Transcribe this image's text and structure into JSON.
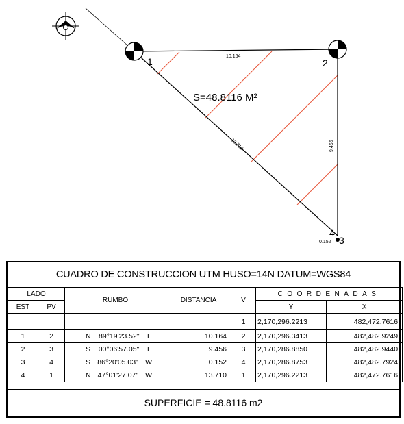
{
  "plan": {
    "area_label": "S=48.8116 M²",
    "side_1_2": "10.164",
    "side_2_3": "9.456",
    "side_4_1": "13.710",
    "side_3_4": "0.152",
    "vertices": [
      "1",
      "2",
      "3",
      "4"
    ],
    "hatch_color": "#e8563a",
    "line_color": "#000000"
  },
  "table": {
    "title": "CUADRO DE CONSTRUCCION UTM HUSO=14N  DATUM=WGS84",
    "headers": {
      "lado": "LADO",
      "est": "EST",
      "pv": "PV",
      "rumbo": "RUMBO",
      "distancia": "DISTANCIA",
      "v": "V",
      "coordenadas": "COORDENADAS",
      "y": "Y",
      "x": "X"
    },
    "first_row": {
      "v": "1",
      "y": "2,170,296.2213",
      "x": "482,472.7616"
    },
    "rows": [
      {
        "est": "1",
        "pv": "2",
        "ns": "N",
        "ang": "89°19'23.52\"",
        "ew": "E",
        "dist": "10.164",
        "v": "2",
        "y": "2,170,296.3413",
        "x": "482,482.9249"
      },
      {
        "est": "2",
        "pv": "3",
        "ns": "S",
        "ang": "00°06'57.05\"",
        "ew": "E",
        "dist": "9.456",
        "v": "3",
        "y": "2,170,286.8850",
        "x": "482,482.9440"
      },
      {
        "est": "3",
        "pv": "4",
        "ns": "S",
        "ang": "86°20'05.03\"",
        "ew": "W",
        "dist": "0.152",
        "v": "4",
        "y": "2,170,286.8753",
        "x": "482,482.7924"
      },
      {
        "est": "4",
        "pv": "1",
        "ns": "N",
        "ang": "47°01'27.07\"",
        "ew": "W",
        "dist": "13.710",
        "v": "1",
        "y": "2,170,296.2213",
        "x": "482,472.7616"
      }
    ],
    "superficie": "SUPERFICIE = 48.8116 m2"
  }
}
